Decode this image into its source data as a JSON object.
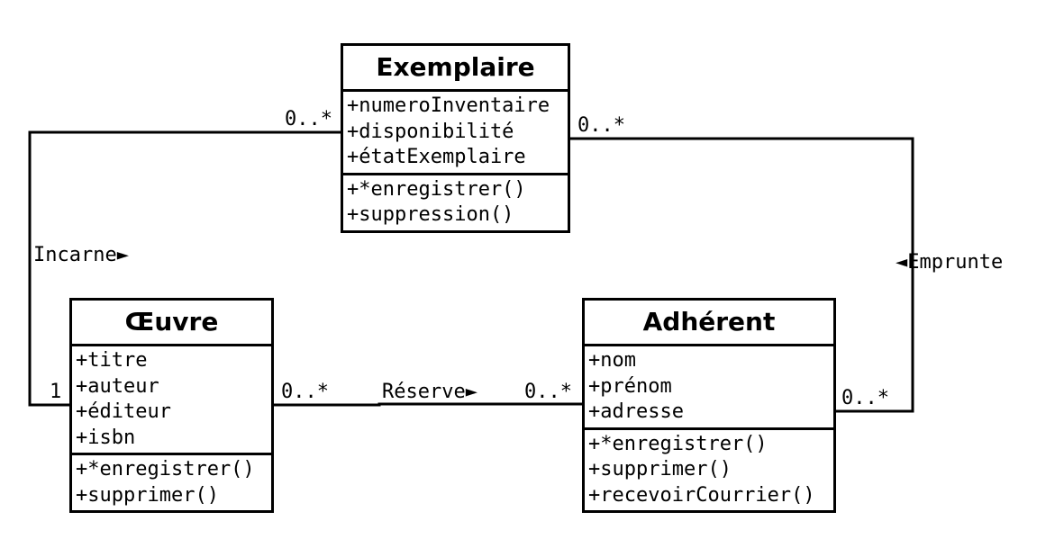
{
  "classes": {
    "exemplaire": {
      "name": "Exemplaire",
      "attributes": [
        "+numeroInventaire",
        "+disponibilité",
        "+étatExemplaire"
      ],
      "methods": [
        "+*enregistrer()",
        "+suppression()"
      ]
    },
    "oeuvre": {
      "name": "Œuvre",
      "attributes": [
        "+titre",
        "+auteur",
        "+éditeur",
        "+isbn"
      ],
      "methods": [
        "+*enregistrer()",
        "+supprimer()"
      ]
    },
    "adherent": {
      "name": "Adhérent",
      "attributes": [
        "+nom",
        "+prénom",
        "+adresse"
      ],
      "methods": [
        "+*enregistrer()",
        "+supprimer()",
        "+recevoirCourrier()"
      ]
    }
  },
  "associations": {
    "incarne": {
      "label": "Incarne►",
      "mult_exemplaire": "0..*",
      "mult_oeuvre": "1"
    },
    "emprunte": {
      "label": "◄Emprunte",
      "mult_exemplaire": "0..*",
      "mult_adherent": "0..*"
    },
    "reserve": {
      "label": "Réserve►",
      "mult_oeuvre": "0..*",
      "mult_adherent": "0..*"
    }
  },
  "colors": {
    "line": "#000000",
    "background": "#ffffff"
  }
}
